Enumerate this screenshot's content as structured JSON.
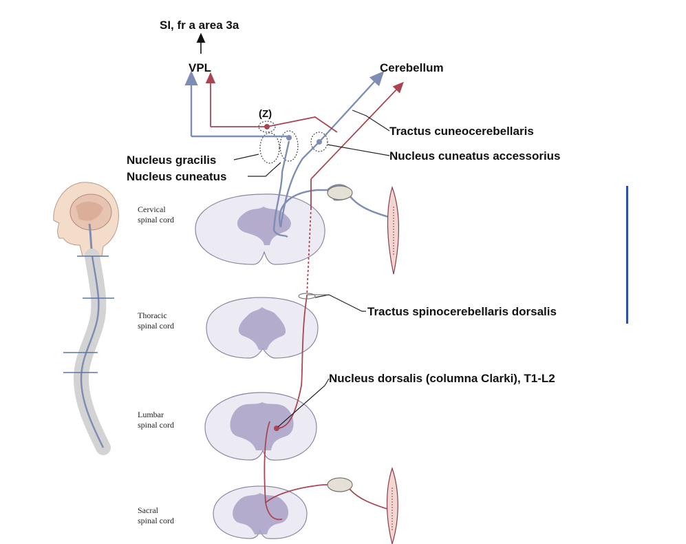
{
  "labels": {
    "si_area": "SI, fr a area 3a",
    "vpl": "VPL",
    "cerebellum": "Cerebellum",
    "z": "(Z)",
    "tractus_cuneocerebellaris": "Tractus cuneocerebellaris",
    "nucleus_cuneatus_accessorius": "Nucleus cuneatus accessorius",
    "nucleus_gracilis": "Nucleus gracilis",
    "nucleus_cuneatus": "Nucleus cuneatus",
    "tractus_spinocerebellaris_dorsalis": "Tractus spinocerebellaris dorsalis",
    "nucleus_dorsalis": "Nucleus dorsalis (columna Clarki), T1-L2"
  },
  "cord_levels": {
    "cervical": [
      "Cervical",
      "spinal cord"
    ],
    "thoracic": [
      "Thoracic",
      "spinal cord"
    ],
    "lumbar": [
      "Lumbar",
      "spinal cord"
    ],
    "sacral": [
      "Sacral",
      "spinal cord"
    ]
  },
  "colors": {
    "blue_pathway": "#7e8db3",
    "red_pathway": "#a94552",
    "side_bar": "#2a4fb0"
  }
}
